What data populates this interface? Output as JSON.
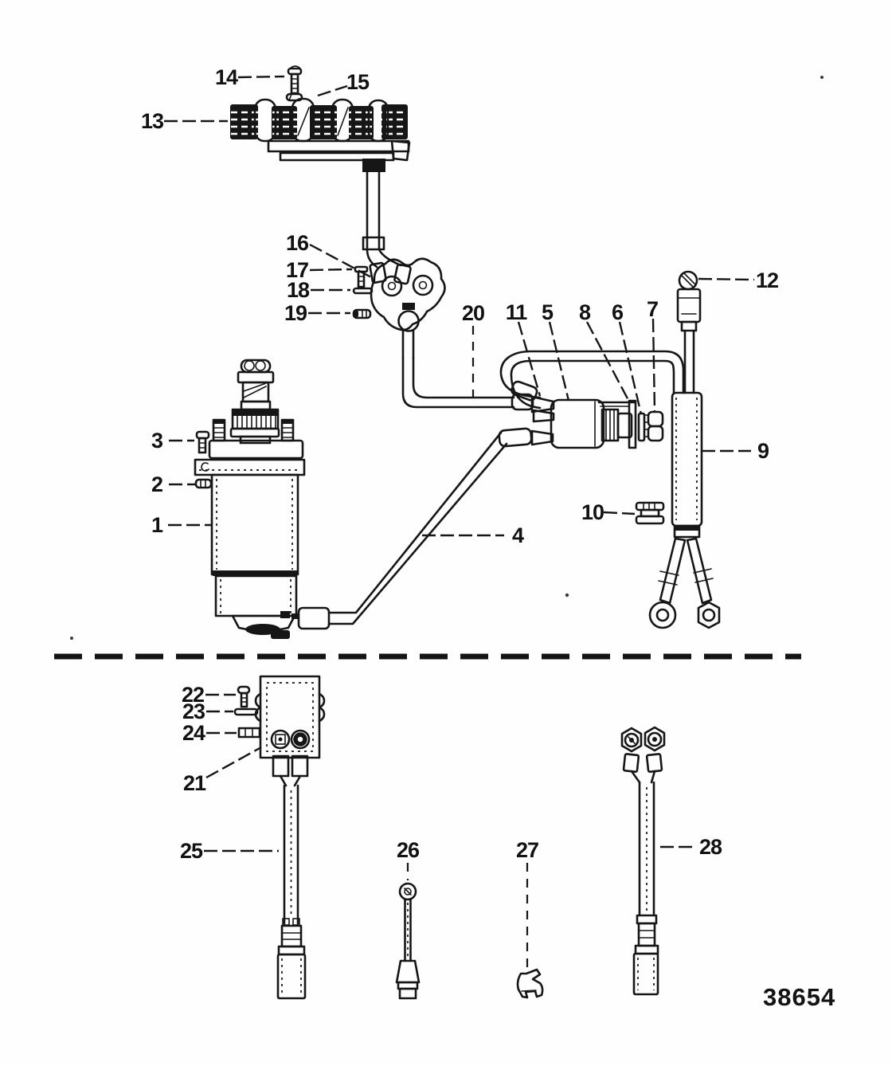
{
  "figure": {
    "drawing_number": "38654"
  },
  "callouts": {
    "n1": "1",
    "n2": "2",
    "n3": "3",
    "n4": "4",
    "n5": "5",
    "n6": "6",
    "n7": "7",
    "n8": "8",
    "n9": "9",
    "n10": "10",
    "n11": "11",
    "n12": "12",
    "n13": "13",
    "n14": "14",
    "n15": "15",
    "n16": "16",
    "n17": "17",
    "n18": "18",
    "n19": "19",
    "n20": "20",
    "n21": "21",
    "n22": "22",
    "n23": "23",
    "n24": "24",
    "n25": "25",
    "n26": "26",
    "n27": "27",
    "n28": "28"
  }
}
